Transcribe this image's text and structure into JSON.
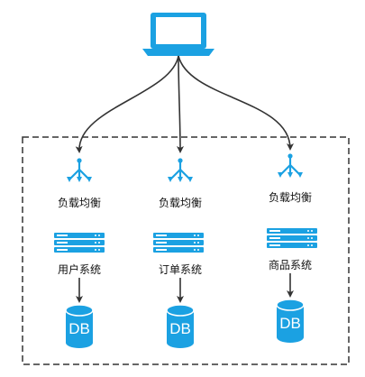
{
  "colors": {
    "accent": "#1BA1E2",
    "accent_dark": "#0E7FC0",
    "edge": "#333333",
    "boundary": "#333333"
  },
  "client": {
    "icon": "laptop-icon"
  },
  "columns": [
    {
      "lb_label": "负载均衡",
      "service_label": "用户系统",
      "db_label": "DB"
    },
    {
      "lb_label": "负载均衡",
      "service_label": "订单系统",
      "db_label": "DB"
    },
    {
      "lb_label": "负载均衡",
      "service_label": "商品系统",
      "db_label": "DB"
    }
  ]
}
